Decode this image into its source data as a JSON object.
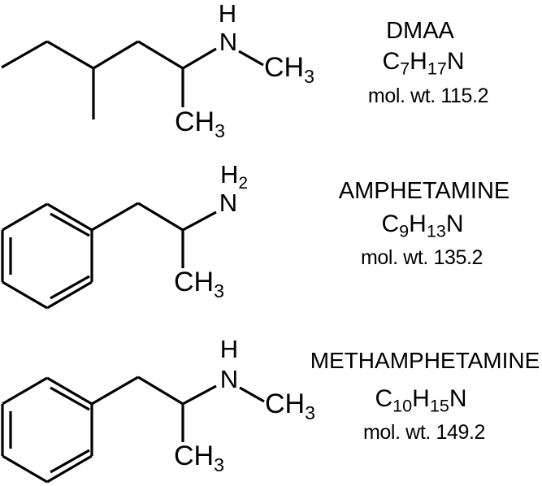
{
  "figure": {
    "background": "#ffffff",
    "ink": "#000000",
    "description": "bond-line structures of three stimulant compounds"
  },
  "compounds": [
    {
      "name": "DMAA",
      "formula": [
        "C",
        "7",
        "H",
        "17",
        "N"
      ],
      "mol_wt": "mol. wt. 115.2",
      "atoms": {
        "amine_h": "H",
        "n": "N",
        "n_methyl": "CH",
        "n_methyl_sub": "3",
        "side_methyl": "CH",
        "side_methyl_sub": "3"
      }
    },
    {
      "name": "AMPHETAMINE",
      "formula": [
        "C",
        "9",
        "H",
        "13",
        "N"
      ],
      "mol_wt": "mol. wt. 135.2",
      "atoms": {
        "amine_h": "H",
        "amine_h_sub": "2",
        "n": "N",
        "side_methyl": "CH",
        "side_methyl_sub": "3"
      }
    },
    {
      "name": "METHAMPHETAMINE",
      "formula": [
        "C",
        "10",
        "H",
        "15",
        "N"
      ],
      "mol_wt": "mol. wt. 149.2",
      "atoms": {
        "amine_h": "H",
        "n": "N",
        "n_methyl": "CH",
        "n_methyl_sub": "3",
        "side_methyl": "CH",
        "side_methyl_sub": "3"
      }
    }
  ]
}
